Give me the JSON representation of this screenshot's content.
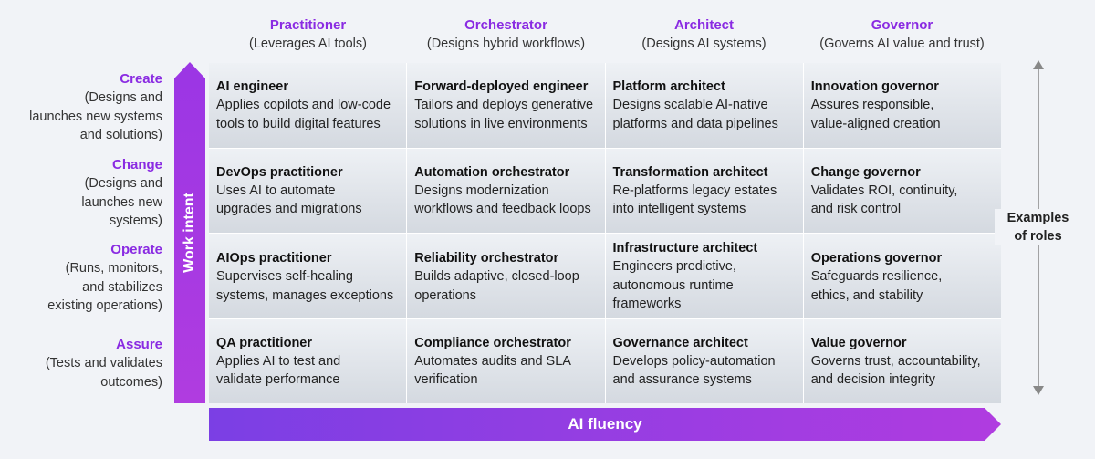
{
  "columns": [
    {
      "title": "Practitioner",
      "subtitle": "(Leverages AI tools)"
    },
    {
      "title": "Orchestrator",
      "subtitle": "(Designs hybrid workflows)"
    },
    {
      "title": "Architect",
      "subtitle": "(Designs AI systems)"
    },
    {
      "title": "Governor",
      "subtitle": "(Governs AI value and trust)"
    }
  ],
  "rows": [
    {
      "title": "Create",
      "desc_lines": [
        "(Designs and",
        "launches new systems",
        "and solutions)"
      ]
    },
    {
      "title": "Change",
      "desc_lines": [
        "(Designs and",
        "launches new",
        "systems)"
      ]
    },
    {
      "title": "Operate",
      "desc_lines": [
        "(Runs, monitors,",
        "and stabilizes",
        "existing operations)"
      ]
    },
    {
      "title": "Assure",
      "desc_lines": [
        "(Tests and validates",
        "outcomes)"
      ]
    }
  ],
  "axis": {
    "vertical_label": "Work intent",
    "horizontal_label": "AI fluency",
    "right_label_lines": [
      "Examples",
      "of roles"
    ]
  },
  "cells": [
    [
      {
        "title": "AI engineer",
        "desc_lines": [
          "Applies copilots and low-code",
          "tools to build digital features"
        ]
      },
      {
        "title": "Forward-deployed engineer",
        "desc_lines": [
          "Tailors and deploys generative",
          "solutions in live environments"
        ]
      },
      {
        "title": "Platform architect",
        "desc_lines": [
          "Designs scalable AI-native",
          "platforms and data pipelines"
        ]
      },
      {
        "title": "Innovation governor",
        "desc_lines": [
          "Assures responsible,",
          "value-aligned creation"
        ]
      }
    ],
    [
      {
        "title": "DevOps practitioner",
        "desc_lines": [
          "Uses AI to automate",
          "upgrades and migrations"
        ]
      },
      {
        "title": "Automation orchestrator",
        "desc_lines": [
          "Designs modernization",
          "workflows and feedback loops"
        ]
      },
      {
        "title": "Transformation architect",
        "desc_lines": [
          "Re-platforms legacy estates",
          "into intelligent systems"
        ]
      },
      {
        "title": "Change governor",
        "desc_lines": [
          "Validates ROI, continuity,",
          "and risk control"
        ]
      }
    ],
    [
      {
        "title": "AIOps practitioner",
        "desc_lines": [
          "Supervises self-healing",
          "systems, manages exceptions"
        ]
      },
      {
        "title": "Reliability orchestrator",
        "desc_lines": [
          "Builds adaptive, closed-loop",
          "operations"
        ]
      },
      {
        "title": "Infrastructure architect",
        "desc_lines": [
          "Engineers predictive,",
          "autonomous runtime",
          "frameworks"
        ]
      },
      {
        "title": "Operations governor",
        "desc_lines": [
          "Safeguards resilience,",
          "ethics, and stability"
        ]
      }
    ],
    [
      {
        "title": "QA practitioner",
        "desc_lines": [
          "Applies AI to test and",
          "validate performance"
        ]
      },
      {
        "title": "Compliance orchestrator",
        "desc_lines": [
          "Automates audits and SLA",
          "verification"
        ]
      },
      {
        "title": "Governance architect",
        "desc_lines": [
          "Develops policy-automation",
          "and assurance systems"
        ]
      },
      {
        "title": "Value governor",
        "desc_lines": [
          "Governs trust, accountability,",
          "and decision integrity"
        ]
      }
    ]
  ],
  "colors": {
    "accent": "#8a2be2",
    "arrow_start": "#7b3fe4",
    "arrow_end": "#b03ce0"
  }
}
